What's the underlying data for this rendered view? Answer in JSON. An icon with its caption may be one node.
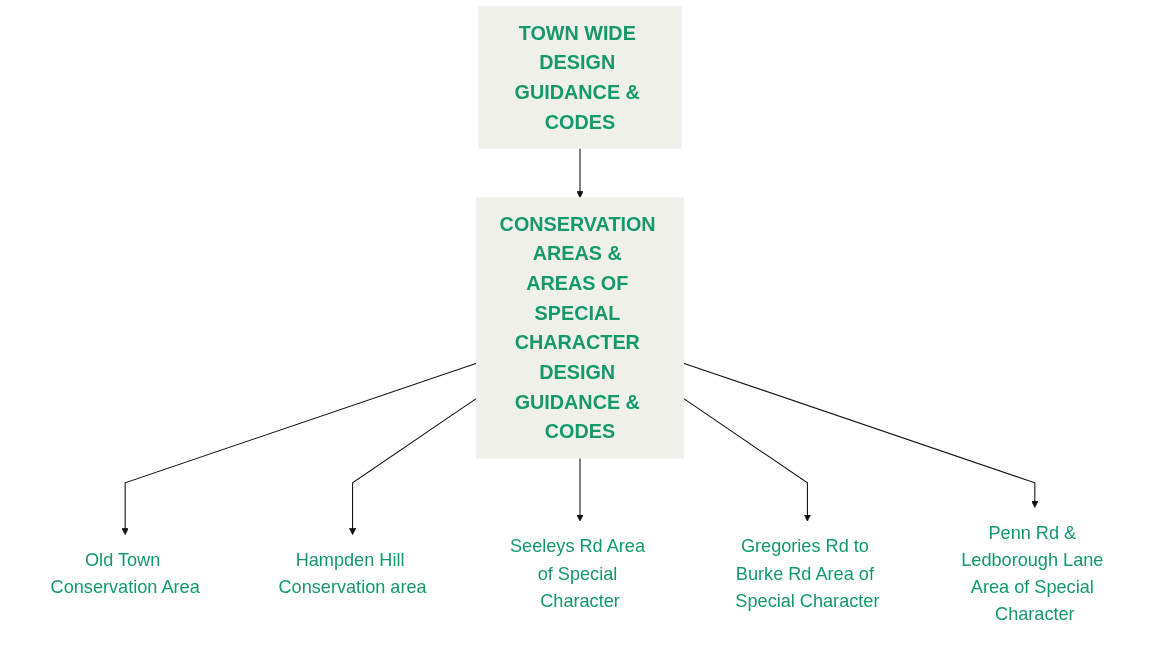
{
  "diagram": {
    "nodes": [
      {
        "text": [
          "TOWN WIDE DESIGN GUIDANCE & CODES"
        ]
      },
      {
        "text": [
          "CONSERVATION AREAS & AREAS OF SPECIAL CHARACTER DESIGN GUIDANCE & CODES"
        ]
      },
      {
        "text": [
          "Old Town Conservation Area"
        ]
      },
      {
        "text": [
          "Hampden Hill Conservation area"
        ]
      },
      {
        "text": [
          "Seeleys Rd Area of Special Character"
        ]
      },
      {
        "text": [
          "Gregories Rd to Burke Rd Area of Special Character"
        ]
      },
      {
        "text": [
          "Penn Rd & Ledborough Lane Area of Special Character"
        ]
      }
    ],
    "edges": [
      {
        "from": 0,
        "to": 1,
        "arrow": "to"
      },
      {
        "from": 1,
        "to": 2,
        "arrow": "to"
      },
      {
        "from": 1,
        "to": 3,
        "arrow": "to"
      },
      {
        "from": 1,
        "to": 4,
        "arrow": "to"
      },
      {
        "from": 1,
        "to": 5,
        "arrow": "to"
      },
      {
        "from": 1,
        "to": 6,
        "arrow": "to"
      }
    ]
  }
}
